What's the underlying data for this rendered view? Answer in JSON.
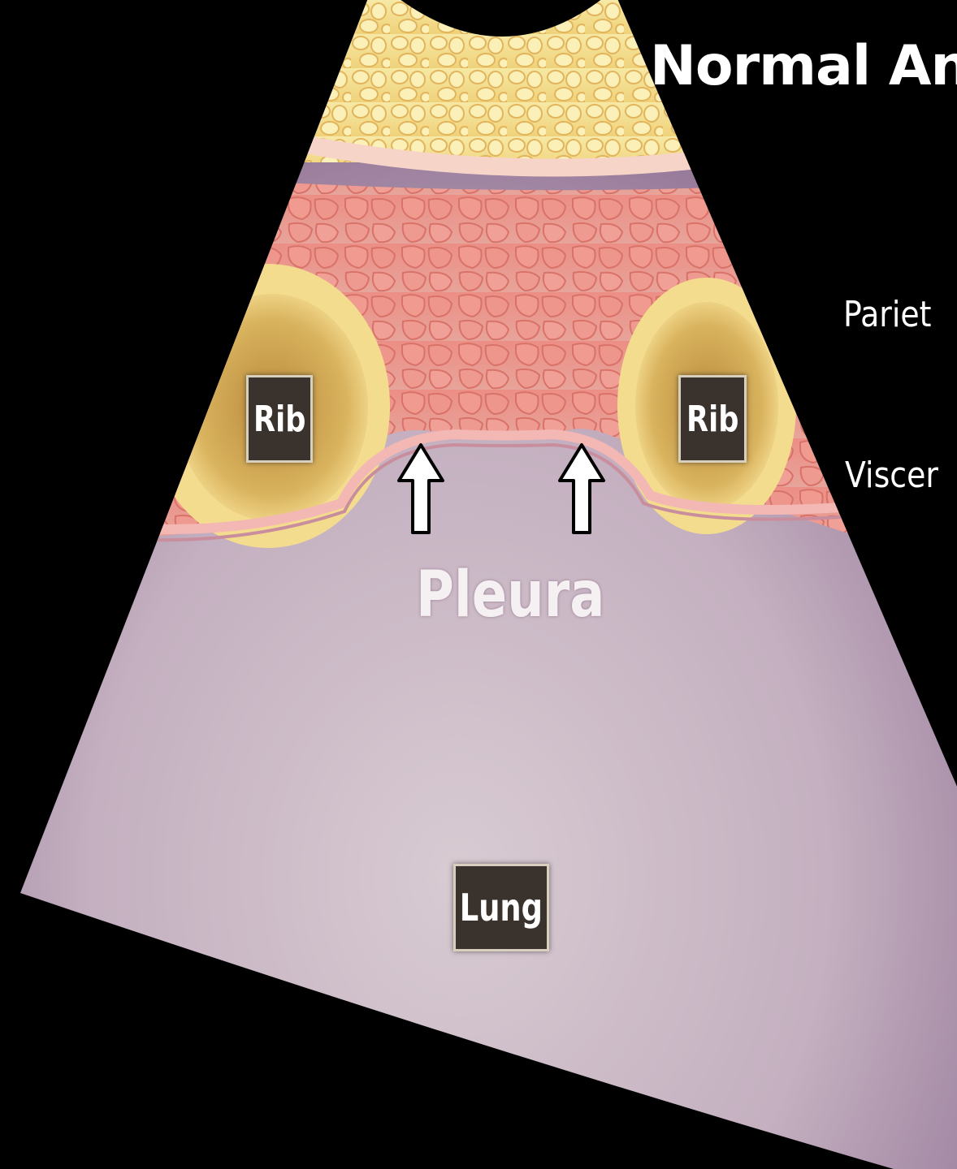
{
  "title": "Normal An",
  "labels": {
    "parietal": "Pariet",
    "visceral": "Viscer",
    "rib_left": "Rib",
    "rib_right": "Rib",
    "pleura": "Pleura",
    "lung": "Lung"
  },
  "colors": {
    "background": "#000000",
    "fat": "#f3dc8a",
    "muscle": "#e58f86",
    "rib": "#f2d889",
    "rib_marrow": "#b98d3f",
    "lung_center": "#d3c3cd",
    "lung_edge": "#9a7e9b",
    "label_box": "#3a322c"
  },
  "icons": [
    "arrow-up-icon",
    "arrow-up-icon"
  ]
}
